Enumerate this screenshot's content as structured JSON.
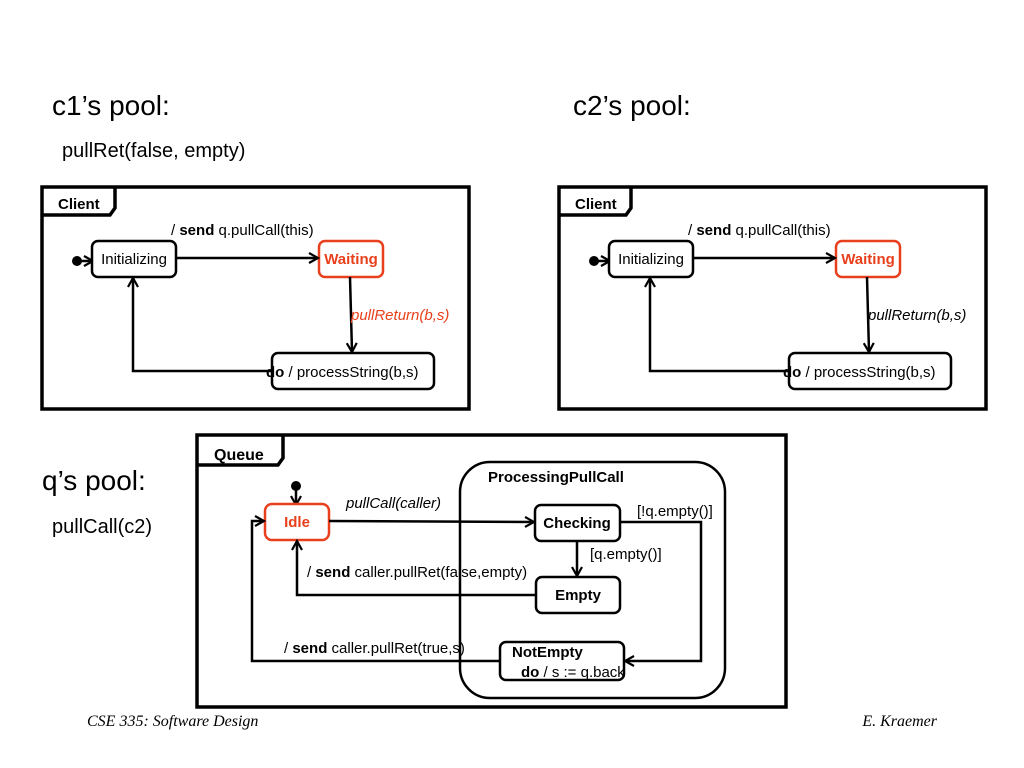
{
  "titles": {
    "c1": "c1’s pool:",
    "c1_sub": "pullRet(false, empty)",
    "c2": "c2’s pool:",
    "q": "q’s pool:",
    "q_sub": "pullCall(c2)"
  },
  "client": {
    "tab": "Client",
    "init_state": "Initializing",
    "wait_state": "Waiting",
    "send_kw": "send",
    "send_slash": "/",
    "send_text": "q.pullCall(this)",
    "return_label": "pullReturn(b,s)",
    "do_kw": "do",
    "do_text": "/ processString(b,s)"
  },
  "queue": {
    "tab": "Queue",
    "composite": "ProcessingPullCall",
    "idle": "Idle",
    "checking": "Checking",
    "empty": "Empty",
    "notempty": "NotEmpty",
    "notempty_do_kw": "do",
    "notempty_do_text": "/ s := q.back",
    "pullcall_label": "pullCall(caller)",
    "guard_not_empty": "[!q.empty()]",
    "guard_empty": "[q.empty()]",
    "slash": "/",
    "send_kw": "send",
    "send_false": "caller.pullRet(false,empty)",
    "send_true": "caller.pullRet(true,s)"
  },
  "footer": {
    "left": "CSE 335: Software Design",
    "right": "E. Kraemer"
  },
  "colors": {
    "active": "#e8401c",
    "ink": "#000000"
  }
}
